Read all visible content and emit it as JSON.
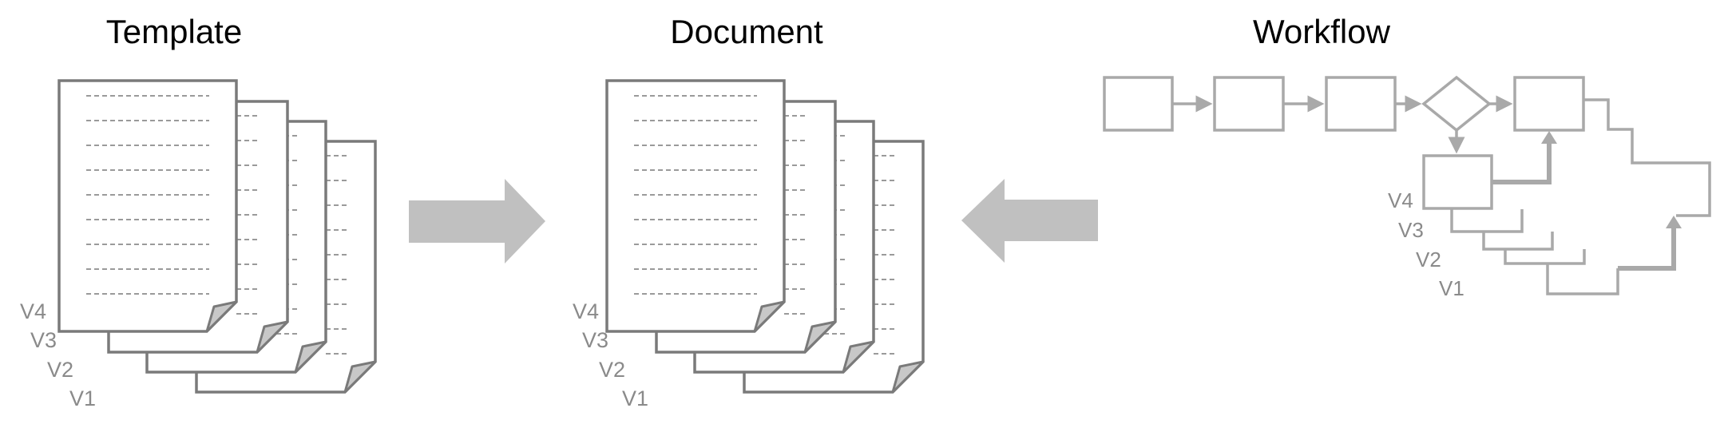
{
  "template": {
    "title": "Template",
    "versions": [
      "V4",
      "V3",
      "V2",
      "V1"
    ]
  },
  "document": {
    "title": "Document",
    "versions": [
      "V4",
      "V3",
      "V2",
      "V1"
    ]
  },
  "workflow": {
    "title": "Workflow",
    "versions": [
      "V4",
      "V3",
      "V2",
      "V1"
    ]
  },
  "arrows": {
    "color": "#c0c0c0"
  },
  "colors": {
    "page_stroke": "#7a7a7a",
    "workflow_stroke": "#a9a9a9",
    "fold_fill": "#c8c8c8"
  }
}
